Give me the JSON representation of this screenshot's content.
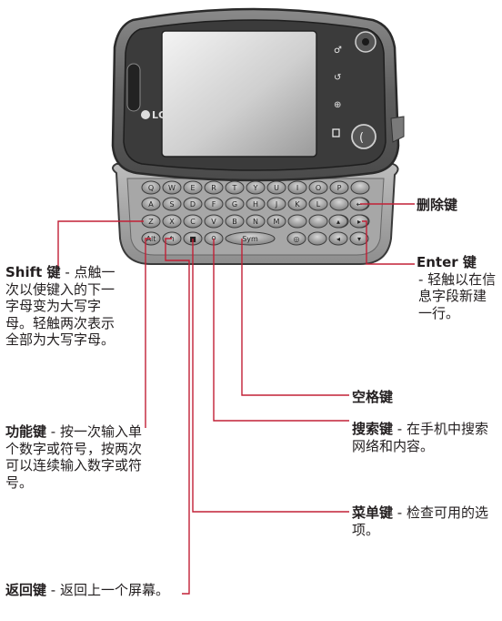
{
  "phone": {
    "brand": "LG",
    "keys": {
      "row1": [
        "Q",
        "W",
        "E",
        "R",
        "T",
        "Y",
        "U",
        "I",
        "O",
        "P"
      ],
      "row2": [
        "A",
        "S",
        "D",
        "F",
        "G",
        "H",
        "J",
        "K",
        "L"
      ],
      "row3": [
        "Z",
        "X",
        "C",
        "V",
        "B",
        "N",
        "M"
      ],
      "row4_alt": "Alt",
      "row4_sym": "Sym"
    }
  },
  "callouts": {
    "delete": {
      "title": "删除键",
      "desc": ""
    },
    "enter": {
      "title": "Enter 键",
      "desc": "- 轻触以在信息字段新建一行。"
    },
    "shift": {
      "title": "Shift 键",
      "desc": " - 点触一次以使键入的下一字母变为大写字母。轻触两次表示全部为大写字母。"
    },
    "space": {
      "title": "空格键",
      "desc": ""
    },
    "function": {
      "title": "功能键",
      "desc": " - 按一次输入单个数字或符号，按两次可以连续输入数字或符号。"
    },
    "search": {
      "title": "搜索键",
      "desc": " - 在手机中搜索网络和内容。"
    },
    "menu": {
      "title": "菜单键",
      "desc": " - 检查可用的选项。"
    },
    "back": {
      "title": "返回键",
      "desc": " - 返回上一个屏幕。"
    }
  }
}
